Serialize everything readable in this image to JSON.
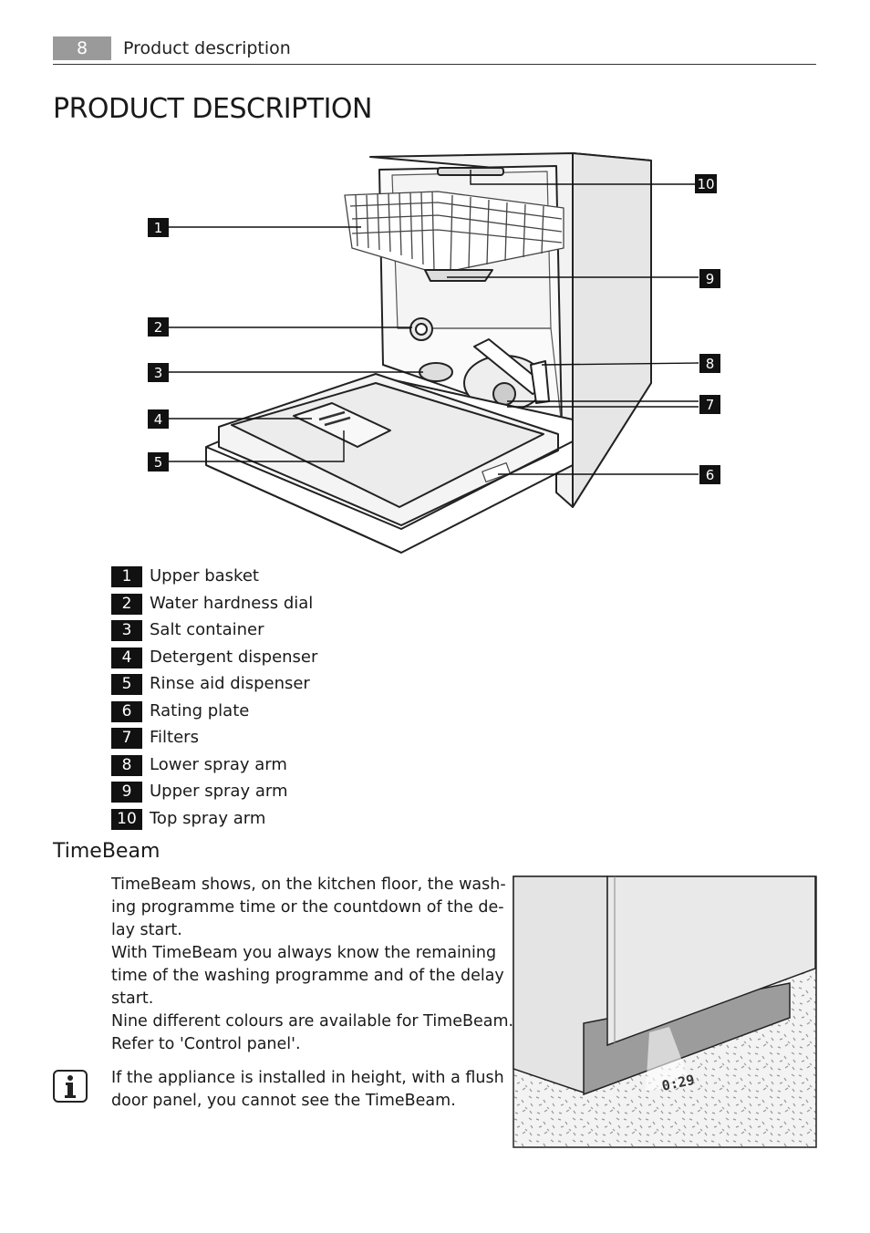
{
  "header": {
    "page_number": "8",
    "section": "Product description"
  },
  "title": "PRODUCT DESCRIPTION",
  "diagram": {
    "callouts": [
      "1",
      "2",
      "3",
      "4",
      "5",
      "6",
      "7",
      "8",
      "9",
      "10"
    ]
  },
  "legend": [
    {
      "num": "1",
      "label": "Upper basket"
    },
    {
      "num": "2",
      "label": "Water hardness dial"
    },
    {
      "num": "3",
      "label": "Salt container"
    },
    {
      "num": "4",
      "label": "Detergent dispenser"
    },
    {
      "num": "5",
      "label": "Rinse aid dispenser"
    },
    {
      "num": "6",
      "label": "Rating plate"
    },
    {
      "num": "7",
      "label": "Filters"
    },
    {
      "num": "8",
      "label": "Lower spray arm"
    },
    {
      "num": "9",
      "label": "Upper spray arm"
    },
    {
      "num": "10",
      "label": "Top spray arm"
    }
  ],
  "timebeam": {
    "heading": "TimeBeam",
    "lines": [
      "TimeBeam shows, on the kitchen floor, the wash-",
      "ing programme time or the countdown of the de-",
      "lay start.",
      "With TimeBeam you always know the remaining",
      "time of the washing programme and of the delay",
      "start.",
      "Nine different colours are available for TimeBeam.",
      "Refer to 'Control panel'."
    ],
    "note_lines": [
      "If the appliance is installed in height, with a flush",
      "door panel, you cannot see the TimeBeam."
    ],
    "floor_display": "0:29"
  },
  "icons": {
    "info": "info-icon"
  }
}
